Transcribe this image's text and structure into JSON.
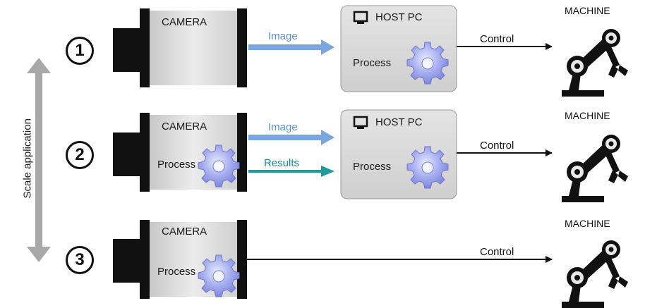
{
  "scale_label": "Scale application",
  "rows": [
    {
      "number": "1",
      "camera": {
        "title": "CAMERA"
      },
      "host": {
        "title": "HOST PC",
        "process": "Process"
      },
      "arrows": [
        {
          "label": "Image",
          "color": "#7aa6e0"
        }
      ],
      "control": "Control",
      "machine": "MACHINE"
    },
    {
      "number": "2",
      "camera": {
        "title": "CAMERA",
        "process": "Process"
      },
      "host": {
        "title": "HOST PC",
        "process": "Process"
      },
      "arrows": [
        {
          "label": "Image",
          "color": "#7aa6e0"
        },
        {
          "label": "Results",
          "color": "#1a9c9c"
        }
      ],
      "control": "Control",
      "machine": "MACHINE"
    },
    {
      "number": "3",
      "camera": {
        "title": "CAMERA",
        "process": "Process"
      },
      "control": "Control",
      "machine": "MACHINE"
    }
  ],
  "colors": {
    "camera_body": "#dcdcdc",
    "camera_dark": "#111111",
    "host_bg": "#d9d9d9",
    "gear": "#8e97e6",
    "scale_arrow": "#a8a8a8"
  }
}
